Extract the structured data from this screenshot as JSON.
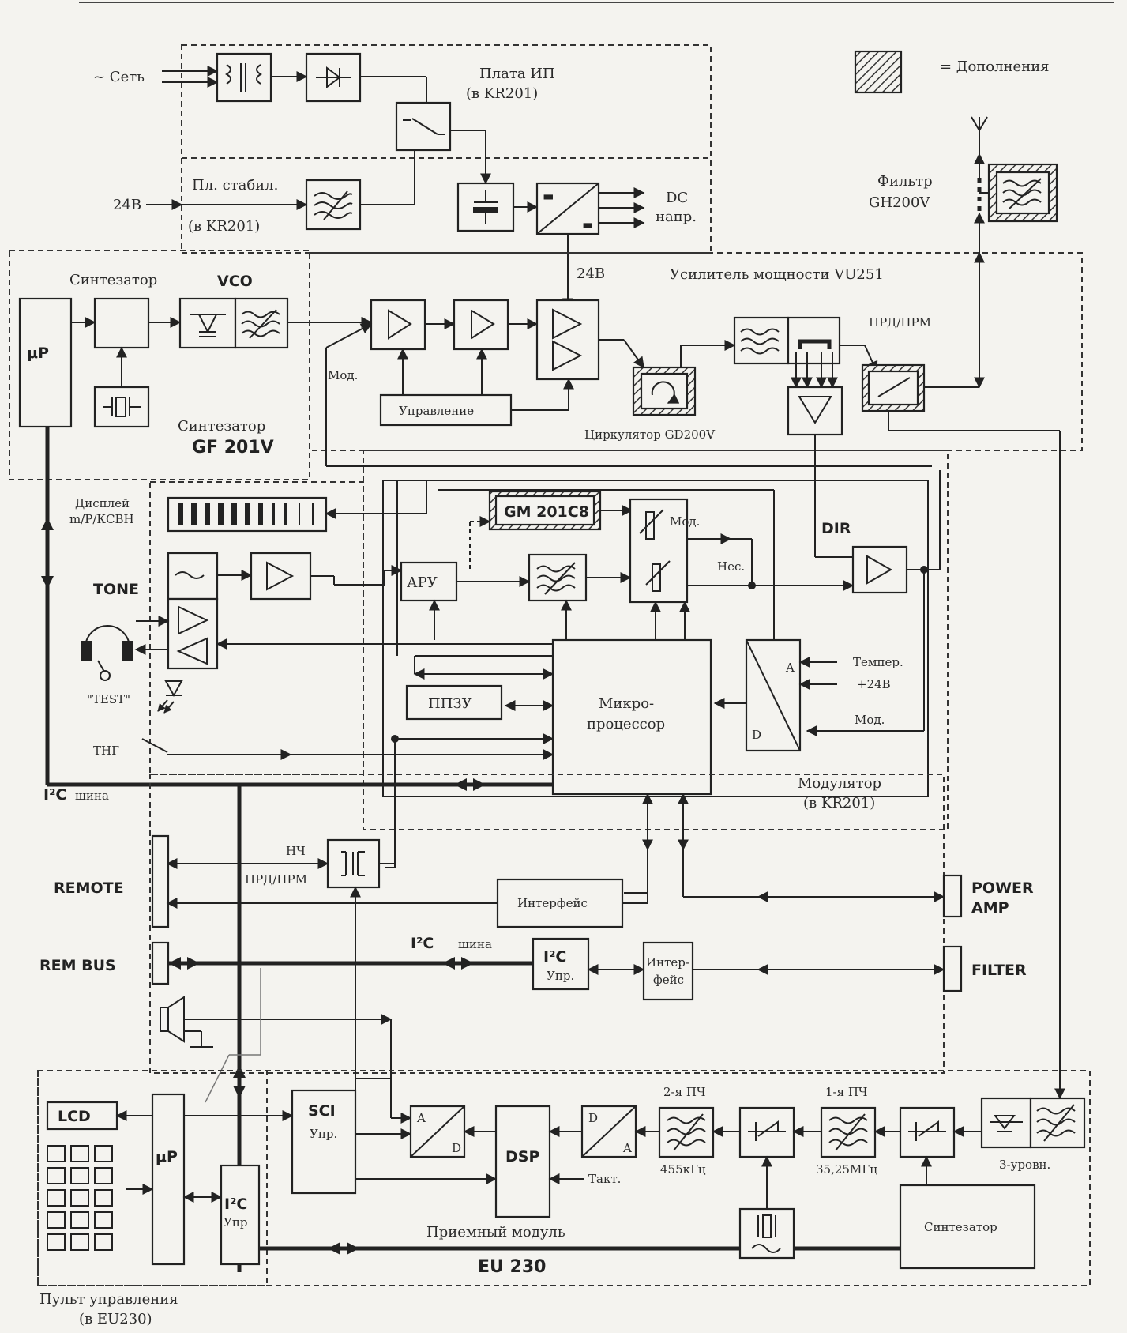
{
  "legend": {
    "equals_label": "= Дополнения"
  },
  "power_supply": {
    "mains_label": "~ Сеть",
    "board_title": "Плата ИП",
    "board_sub": "(в KR201)",
    "input_24v": "24В",
    "stab_title": "Пл. стабил.",
    "stab_sub": "(в KR201)",
    "dc_label": "DC",
    "dc_sub": "напр.",
    "supply_24v": "24В"
  },
  "synth": {
    "title": "Синтезатор",
    "vco": "VCO",
    "up": "μP",
    "name": "Синтезатор",
    "model": "GF 201V"
  },
  "amp": {
    "title": "Усилитель мощности VU251",
    "mod": "Мод.",
    "control": "Управление",
    "circulator": "Циркулятор GD200V",
    "trx": "ПРД/ПРМ",
    "filter_title": "Фильтр",
    "filter_model": "GH200V",
    "dir": "DIR"
  },
  "modulator": {
    "display_label_1": "Дисплей",
    "display_label_2": "m/P/КСВН",
    "gm": "GM 201C8",
    "aru": "АРУ",
    "mod": "Мод.",
    "nes": "Нес.",
    "tone": "TONE",
    "test": "\"TEST\"",
    "tng": "ТНГ",
    "ppzu": "ППЗУ",
    "mp_1": "Микро-",
    "mp_2": "процессор",
    "temp": "Темпер.",
    "v24": "+24В",
    "mod2": "Мод.",
    "a": "A",
    "d": "D",
    "title": "Модулятор",
    "sub": "(в KR201)",
    "i2c": "I²C",
    "i2c_bus": "шина"
  },
  "io": {
    "nch": "НЧ",
    "trx": "ПРД/ПРМ",
    "remote": "REMOTE",
    "interface": "Интерфейс",
    "power_amp_1": "POWER",
    "power_amp_2": "AMP",
    "rem_bus": "REM BUS",
    "i2c": "I²C",
    "i2c_bus": "шина",
    "i2c_ctrl_1": "I²C",
    "i2c_ctrl_2": "Упр.",
    "iface_1": "Интер-",
    "iface_2": "фейс",
    "filter": "FILTER"
  },
  "receiver": {
    "lcd": "LCD",
    "up": "μP",
    "sci": "SCI",
    "sci_ctrl": "Упр.",
    "i2c": "I²C",
    "i2c_ctrl": "Упр",
    "a": "A",
    "d": "D",
    "dsp": "DSP",
    "if2": "2-я ПЧ",
    "if2_freq": "455кГц",
    "if1": "1-я ПЧ",
    "if1_freq": "35,25МГц",
    "level3": "3-уровн.",
    "clock": "Такт.",
    "synth": "Синтезатор",
    "module": "Приемный модуль",
    "model": "EU 230",
    "panel_1": "Пульт управления",
    "panel_2": "(в EU230)"
  },
  "colors": {
    "ink": "#222222",
    "paper": "#f4f3ef"
  }
}
